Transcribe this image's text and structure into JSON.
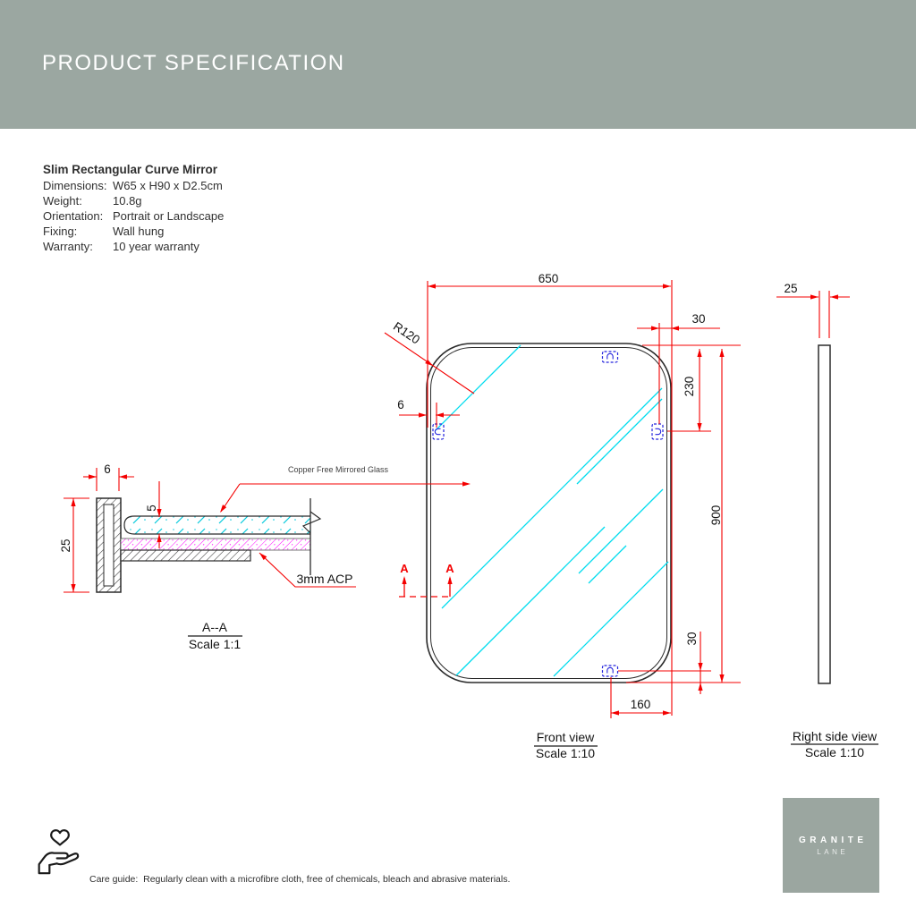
{
  "header": {
    "title": "PRODUCT SPECIFICATION"
  },
  "product": {
    "name": "Slim Rectangular Curve Mirror",
    "specs": [
      {
        "label": "Dimensions:",
        "value": "W65 x H90 x D2.5cm"
      },
      {
        "label": "Weight:",
        "value": "10.8g"
      },
      {
        "label": "Orientation:",
        "value": "Portrait or Landscape"
      },
      {
        "label": "Fixing:",
        "value": "Wall hung"
      },
      {
        "label": "Warranty:",
        "value": "10 year warranty"
      }
    ]
  },
  "drawing": {
    "front": {
      "caption": "Front view",
      "scale": "Scale 1:10",
      "dim_width": "650",
      "dim_height": "900",
      "dim_radius": "R120",
      "dim_frame": "6",
      "dim_clip_edge": "30",
      "dim_clip_top": "230",
      "dim_clip_bottom": "30",
      "dim_clip_x": "160",
      "section_letter": "A",
      "glass_callout": "Copper Free Mirrored Glass"
    },
    "section": {
      "caption": "A--A",
      "scale": "Scale 1:1",
      "dim_frame_face": "6",
      "dim_depth": "25",
      "dim_glass": "5",
      "acp_callout": "3mm ACP"
    },
    "side": {
      "caption": "Right side view",
      "scale": "Scale 1:10",
      "dim_depth": "25"
    }
  },
  "footer": {
    "care_guide": "Care guide:  Regularly clean with a microfibre cloth, free of chemicals, bleach and abrasive materials.",
    "logo": {
      "line1": "GRANITE",
      "line2": "LANE"
    }
  },
  "colors": {
    "header_bg": "#9ba7a1",
    "dimension_red": "#f40000",
    "reflection_cyan": "#00dcee",
    "acp_magenta": "#ff00ff",
    "clip_blue": "#2323dd"
  }
}
